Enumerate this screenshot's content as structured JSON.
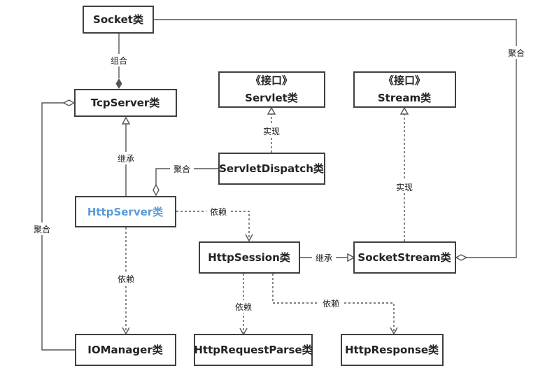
{
  "colors": {
    "line": "#555555",
    "box_border": "#404040",
    "highlight": "#5b9bd5",
    "text": "#222222"
  },
  "nodes": {
    "socket": "Socket类",
    "tcpserver": "TcpServer类",
    "servlet_stereotype": "《接口》",
    "servlet": "Servlet类",
    "stream_stereotype": "《接口》",
    "stream": "Stream类",
    "servletdispatch": "ServletDispatch类",
    "httpserver": "HttpServer类",
    "httpsession": "HttpSession类",
    "socketstream": "SocketStream类",
    "iomanager": "IOManager类",
    "httprequestparse": "HttpRequestParse类",
    "httpresponse": "HttpResponse类"
  },
  "edges": {
    "socket_tcpserver": "组合",
    "socket_socketstream": "聚合",
    "iomanager_tcpserver": "聚合",
    "httpserver_tcpserver": "继承",
    "servletdispatch_servlet": "实现",
    "servletdispatch_httpserver": "聚合",
    "socketstream_stream": "实现",
    "httpserver_httpsession": "依赖",
    "httpserver_iomanager": "依赖",
    "httpsession_socketstream": "继承",
    "httpsession_httprequestparse": "依赖",
    "httpsession_httpresponse": "依赖"
  }
}
